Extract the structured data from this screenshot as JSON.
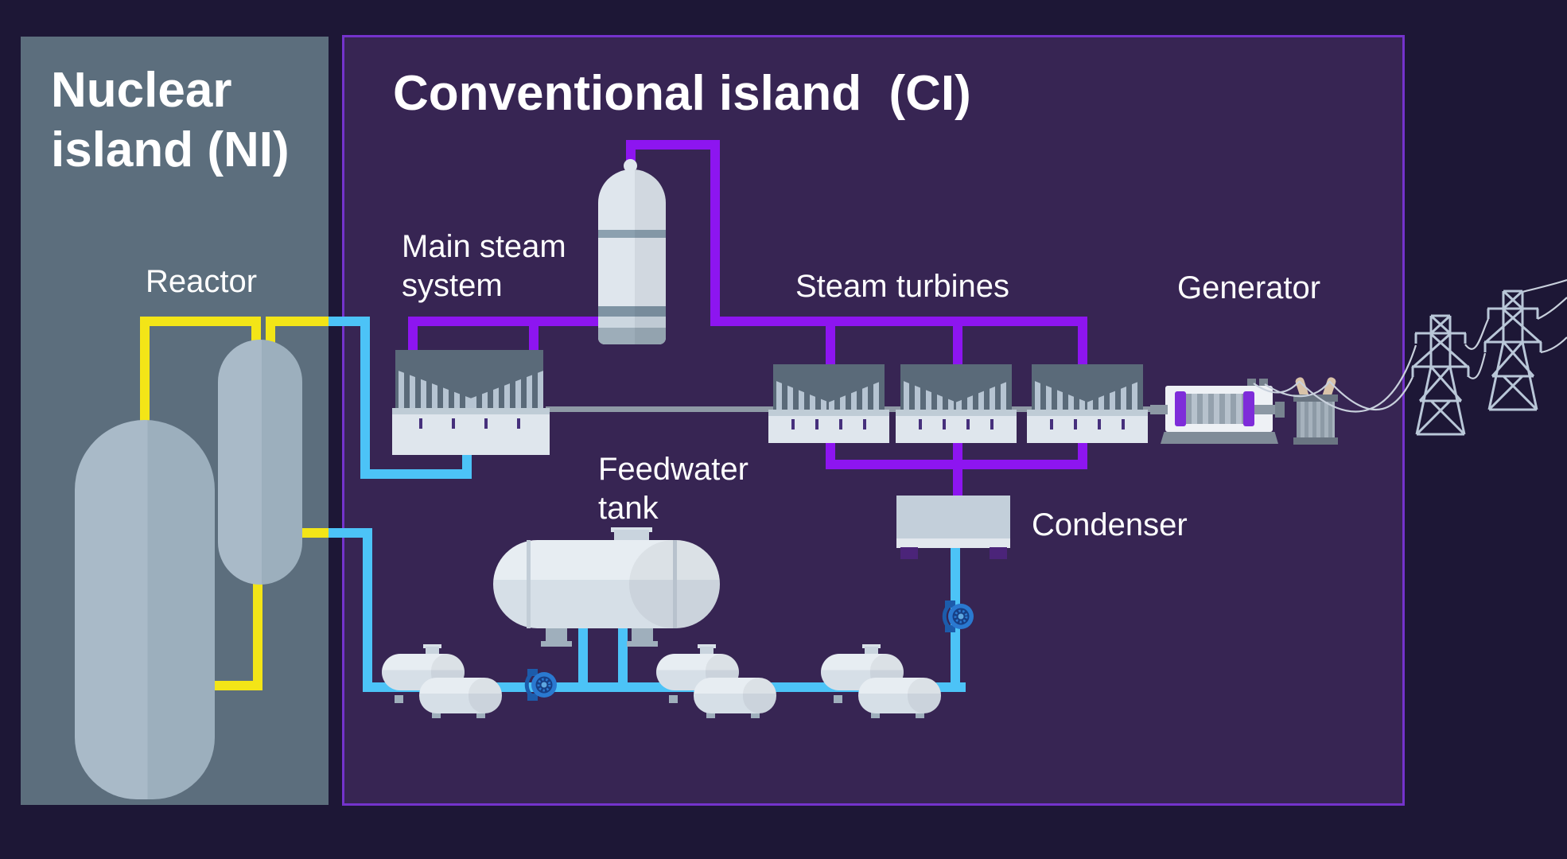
{
  "panels": {
    "nuclear_island": {
      "title_line1": "Nuclear",
      "title_line2": "island (NI)"
    },
    "conventional_island": {
      "title": "Conventional island  (CI)"
    }
  },
  "labels": {
    "reactor": "Reactor",
    "main_steam_line1": "Main steam",
    "main_steam_line2": "system",
    "steam_turbines": "Steam turbines",
    "generator": "Generator",
    "feedwater_line1": "Feedwater",
    "feedwater_line2": "tank",
    "condenser": "Condenser"
  },
  "icons": {
    "pump": "pump-icon",
    "transmission_tower": "transmission-tower-icon"
  },
  "colors": {
    "background": "#1d1736",
    "ni_panel": "#5c6e7d",
    "ci_panel": "#372553",
    "ci_border": "#7433cc",
    "pipe_primary": "#f3e517",
    "pipe_water": "#4cc3f7",
    "pipe_steam": "#8d15f0",
    "shaft": "#8f9aa6",
    "metal_light": "#dfe6ed",
    "metal_mid": "#a9bac8",
    "metal_shade": "#9cafbd",
    "equipment_dark": "#5a6a79",
    "blade": "#b6c4d2",
    "band": "#bfccd6",
    "tick": "#46307c",
    "pump_dark": "#1c5cab",
    "pump_outer": "#2a79d0",
    "pump_inner": "#173f85",
    "pump_hub": "#5ea7e0",
    "condenser_foot": "#4b2479",
    "pylon": "#b9c7d8",
    "wire": "#c8d0dc",
    "bushing": "#d9c3a9",
    "generator_ring": "#7e2cd9",
    "text": "#ffffff"
  }
}
